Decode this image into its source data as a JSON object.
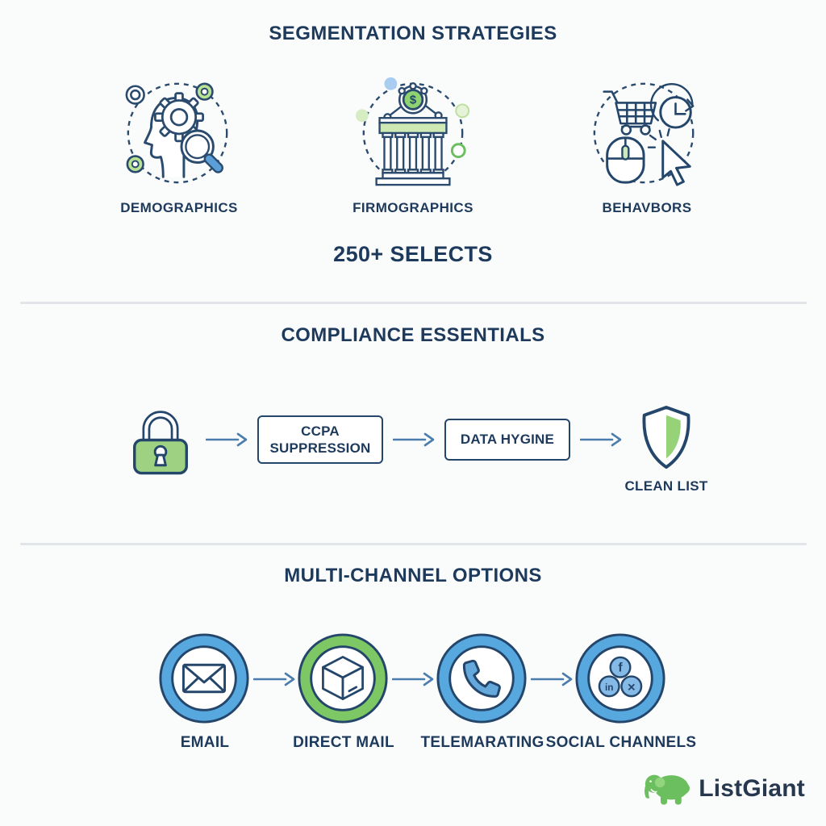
{
  "colors": {
    "navy_text": "#1d3a5c",
    "icon_outline": "#2a4a6e",
    "green_fill": "#9ed282",
    "green_light": "#cfe9b4",
    "green_ring": "#7dc765",
    "blue_ring": "#58a8e0",
    "blue_fill": "#64a8dc",
    "arrow_blue": "#4a7dad",
    "divider_gray": "#e1e4e8",
    "logo_green": "#6cbf5f"
  },
  "segmentation": {
    "title": "SEGMENTATION STRATEGIES",
    "items": [
      {
        "label": "DEMOGRAPHICS",
        "icon": "head-gear-magnifier-icon"
      },
      {
        "label": "FIRMOGRAPHICS",
        "icon": "bank-dollar-network-icon"
      },
      {
        "label": "BEHAVBORS",
        "icon": "cart-clock-mouse-cursor-icon"
      }
    ],
    "dollar_glyph": "$",
    "selects": "250+ SELECTS"
  },
  "compliance": {
    "title": "COMPLIANCE ESSENTIALS",
    "ccpa_line1": "CCPA",
    "ccpa_line2": "SUPPRESSION",
    "hygiene": "DATA HYGINE",
    "clean_list": "CLEAN LIST"
  },
  "channels": {
    "title": "MULTI-CHANNEL OPTIONS",
    "items": [
      {
        "label": "EMAIL",
        "icon": "envelope-icon",
        "ring": "blue"
      },
      {
        "label": "DIRECT MAIL",
        "icon": "package-icon",
        "ring": "green"
      },
      {
        "label": "TELEMARATING",
        "icon": "phone-icon",
        "ring": "blue"
      },
      {
        "label": "SOCIAL CHANNELS",
        "icon": "social-network-icon",
        "ring": "blue"
      }
    ],
    "social_glyphs": {
      "facebook": "f",
      "linkedin": "in",
      "x": "✕"
    }
  },
  "brand": {
    "name": "ListGiant"
  }
}
